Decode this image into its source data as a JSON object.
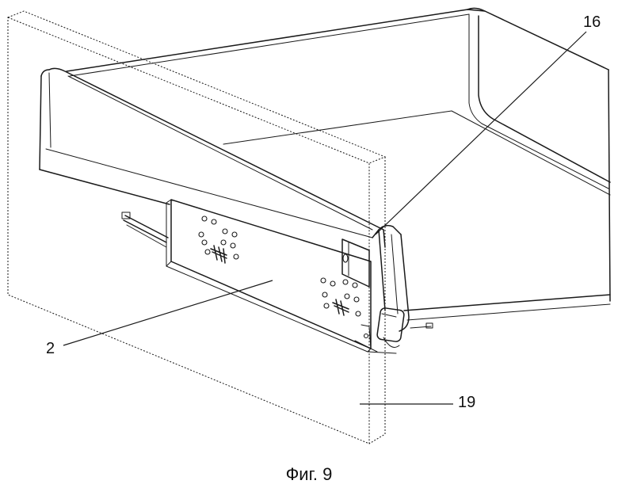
{
  "figure": {
    "caption": "Фиг. 9",
    "reference_numerals": {
      "slide_rail": "2",
      "drawer_side_profile": "16",
      "cabinet_wall": "19"
    }
  }
}
